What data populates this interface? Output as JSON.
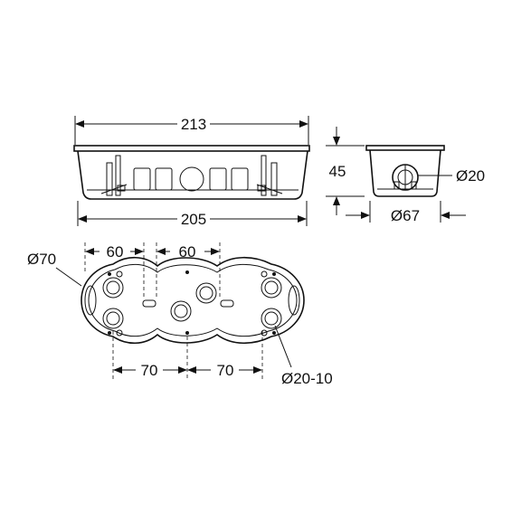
{
  "dimensions": {
    "top_width": "213",
    "bottom_width": "205",
    "height": "45",
    "side_diameter": "Ø67",
    "side_hole": "Ø20",
    "outer_diameter": "Ø70",
    "spacing_top_1": "60",
    "spacing_top_2": "60",
    "spacing_bottom_1": "70",
    "spacing_bottom_2": "70",
    "knockout_range": "Ø20-10"
  }
}
